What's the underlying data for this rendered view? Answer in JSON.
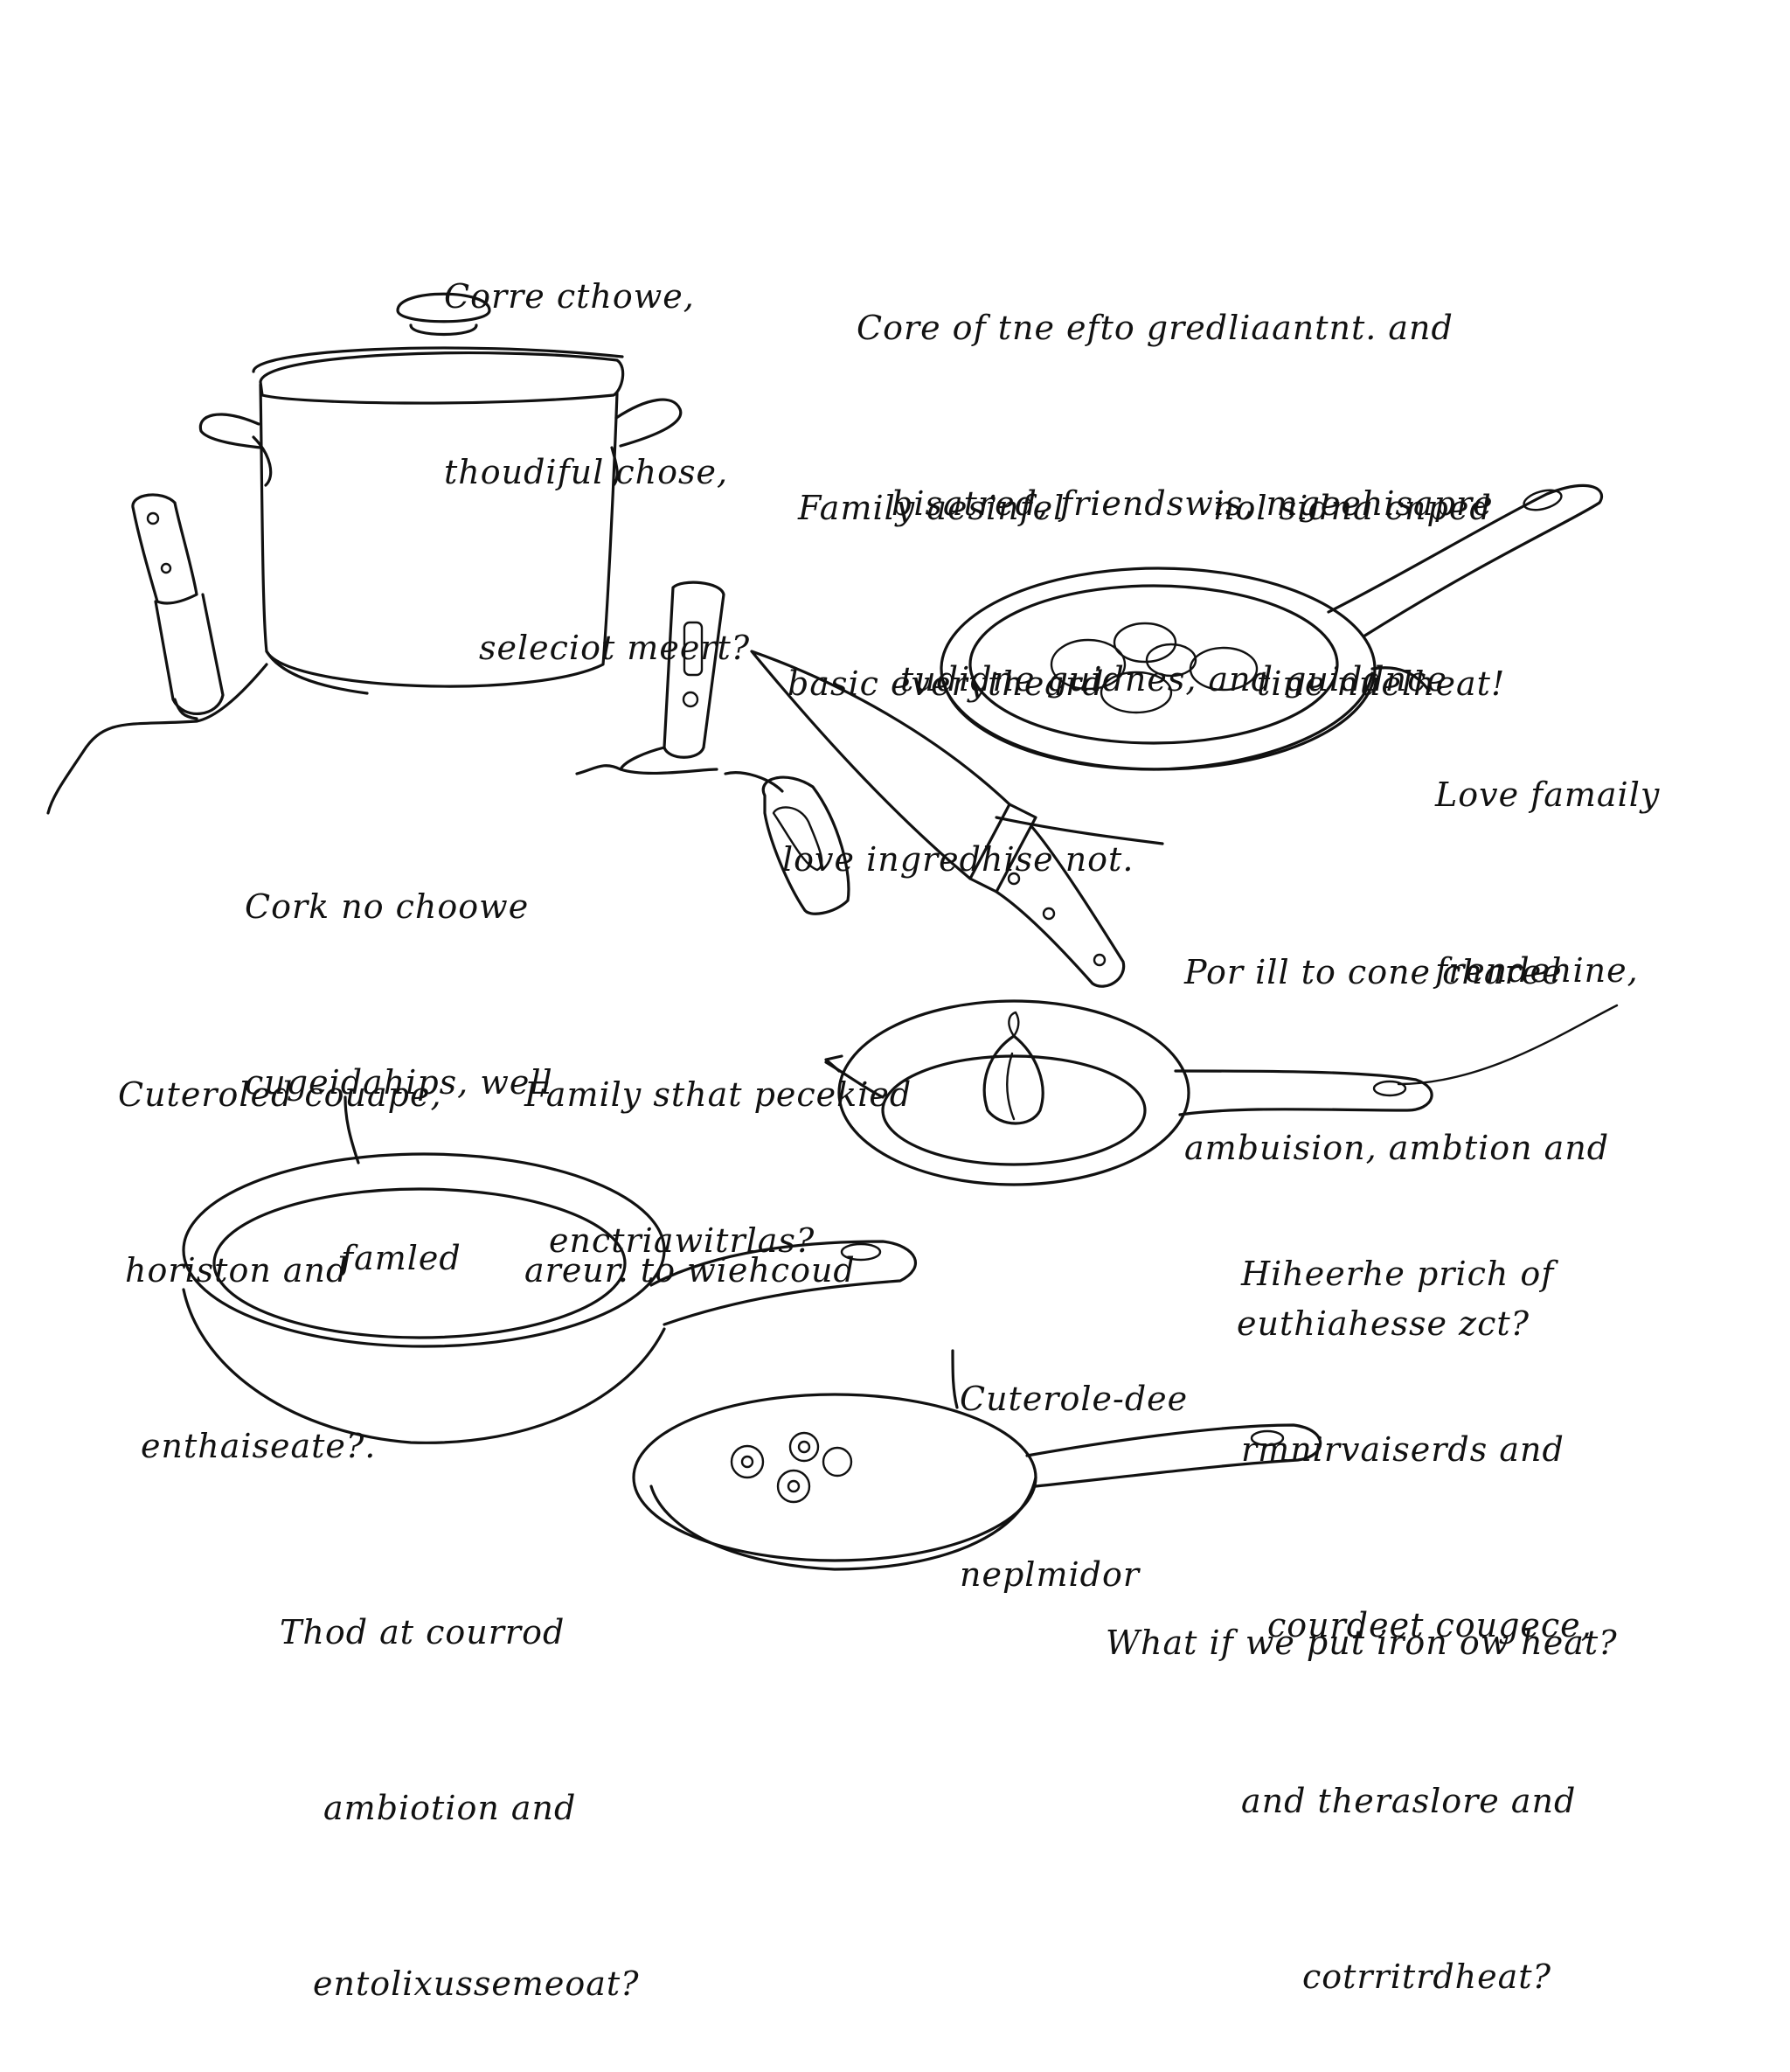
{
  "notes": {
    "top_left": [
      "Corre cthowe,",
      "thoudiful chose,",
      "seleciot meert?"
    ],
    "top_right": [
      "Core of tne efto gredliaantnt. and",
      "bisatred, friendswis, mgeehisapre",
      "tudidne guidnes, and guiddnce"
    ],
    "mid_left_block": [
      "Family aesinfel",
      "basic everytheard",
      "love ingredhise not."
    ],
    "mid_right_block": [
      "nol sidna cnped",
      "tine nuelheat!"
    ],
    "pan_right": [
      "Love famaily",
      "frendehine,"
    ],
    "cork": [
      "Cork no choowe",
      "cugeidahips, well",
      "famled"
    ],
    "knife_note": [
      "Por ill to cone charee",
      "ambuision, ambtion and",
      "euthiahesse zct?"
    ],
    "cuteroled": [
      "Cuteroled couape,",
      "horiston and",
      "enthaiseate?."
    ],
    "family_center": [
      "Family sthat pecekied",
      "areur. to wiehcoud"
    ],
    "enctri": [
      "enctriawitrlas?"
    ],
    "hieerhe": [
      "Hiheerhe prich of",
      "rmnirvaiserds and",
      "courdeet cougece,",
      "and theraslore and",
      "cotrritrdheat?"
    ],
    "cuterole_small": [
      "Cuterole-dee",
      "neplmidor"
    ],
    "thod": [
      "Thod at courrod",
      "ambiotion and",
      "entolixussemeoat?"
    ],
    "what_if": [
      "What if we put iron ow heat?"
    ]
  },
  "icons": [
    "stock-pot",
    "paring-knife",
    "thermometer-clip",
    "chefs-knife",
    "frying-pan-with-food",
    "saucepan-with-garlic",
    "large-skillet",
    "small-skillet-with-eggs"
  ],
  "colors": {
    "ink": "#111111",
    "background": "#ffffff"
  }
}
